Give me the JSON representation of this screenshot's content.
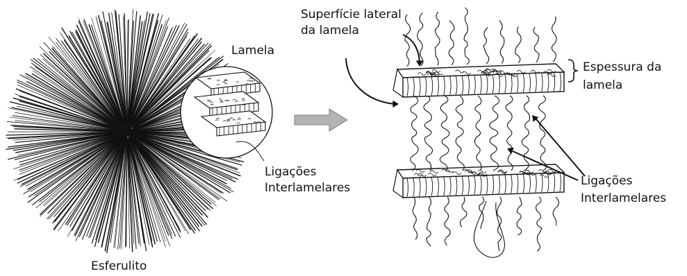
{
  "labels": {
    "lamella": "Lamela",
    "spherulite": "Esferulito",
    "ties_left_1": "Ligações",
    "ties_left_2": "Interlamelares",
    "lateral_1": "Superfície lateral",
    "lateral_2": "da lamela",
    "thickness_1": "Espessura da",
    "thickness_2": "lamela",
    "ties_right_1": "Ligações",
    "ties_right_2": "Interlamelares"
  },
  "colors": {
    "ink": "#111111",
    "arrow_fill": "#b3b3b3",
    "arrow_stroke": "#808080"
  }
}
